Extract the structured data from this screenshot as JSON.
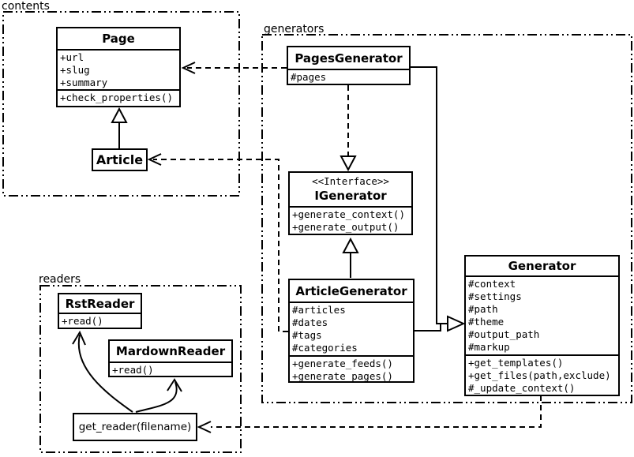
{
  "diagram": {
    "colors": {
      "line": "#000000",
      "background": "#ffffff",
      "box_fill": "#ffffff"
    },
    "packages": {
      "contents": {
        "label": "contents"
      },
      "generators": {
        "label": "generators"
      },
      "readers": {
        "label": "readers"
      }
    },
    "classes": {
      "page": {
        "title": "Page",
        "attributes": [
          "+url",
          "+slug",
          "+summary"
        ],
        "methods": [
          "+check_properties()"
        ]
      },
      "article": {
        "title": "Article"
      },
      "pages_generator": {
        "title": "PagesGenerator",
        "attributes": [
          "#pages"
        ]
      },
      "igenerator": {
        "stereotype": "<<Interface>>",
        "title": "IGenerator",
        "methods": [
          "+generate_context()",
          "+generate_output()"
        ]
      },
      "article_generator": {
        "title": "ArticleGenerator",
        "attributes": [
          "#articles",
          "#dates",
          "#tags",
          "#categories"
        ],
        "methods": [
          "+generate_feeds()",
          "+generate_pages()"
        ]
      },
      "generator": {
        "title": "Generator",
        "attributes": [
          "#context",
          "#settings",
          "#path",
          "#theme",
          "#output_path",
          "#markup"
        ],
        "methods": [
          "+get_templates()",
          "+get_files(path,exclude)",
          "#_update_context()"
        ]
      },
      "rst_reader": {
        "title": "RstReader",
        "methods": [
          "+read()"
        ]
      },
      "mardown_reader": {
        "title": "MardownReader",
        "methods": [
          "+read()"
        ]
      },
      "get_reader": {
        "title": "get_reader(filename)"
      }
    },
    "relationships": [
      {
        "from": "Article",
        "to": "Page",
        "type": "inheritance"
      },
      {
        "from": "PagesGenerator",
        "to": "Page",
        "type": "dependency"
      },
      {
        "from": "ArticleGenerator",
        "to": "Article",
        "type": "dependency"
      },
      {
        "from": "PagesGenerator",
        "to": "IGenerator",
        "type": "realization"
      },
      {
        "from": "ArticleGenerator",
        "to": "IGenerator",
        "type": "inheritance"
      },
      {
        "from": "PagesGenerator",
        "to": "Generator",
        "type": "inheritance"
      },
      {
        "from": "ArticleGenerator",
        "to": "Generator",
        "type": "inheritance"
      },
      {
        "from": "Generator",
        "to": "get_reader(filename)",
        "type": "dependency"
      },
      {
        "from": "get_reader(filename)",
        "to": "RstReader",
        "type": "call"
      },
      {
        "from": "get_reader(filename)",
        "to": "MardownReader",
        "type": "call"
      }
    ]
  }
}
